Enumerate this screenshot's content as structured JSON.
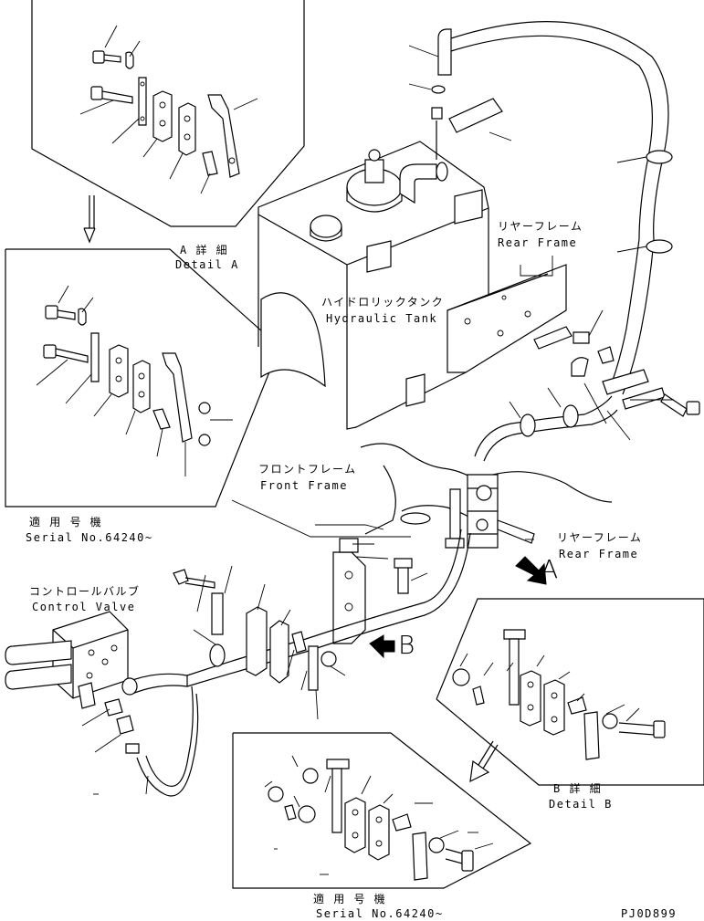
{
  "labels": {
    "detail_a_jp": "A 詳 細",
    "detail_a_en": "Detail A",
    "serial_1_jp": "適 用 号 機",
    "serial_1_en": "Serial No.64240~",
    "rear_frame_top_jp": "リヤーフレーム",
    "rear_frame_top_en": "Rear Frame",
    "hydraulic_tank_jp": "ハイドロリックタンク",
    "hydraulic_tank_en": "Hydraulic Tank",
    "front_frame_jp": "フロントフレーム",
    "front_frame_en": "Front Frame",
    "rear_frame_mid_jp": "リヤーフレーム",
    "rear_frame_mid_en": "Rear Frame",
    "control_valve_jp": "コントロールバルブ",
    "control_valve_en": "Control Valve",
    "arrow_a": "A",
    "arrow_b": "B",
    "detail_b_jp": "B 詳 細",
    "detail_b_en": "Detail B",
    "serial_2_jp": "適 用 号 機",
    "serial_2_en": "Serial No.64240~",
    "drawing_code": "PJ0D899"
  }
}
